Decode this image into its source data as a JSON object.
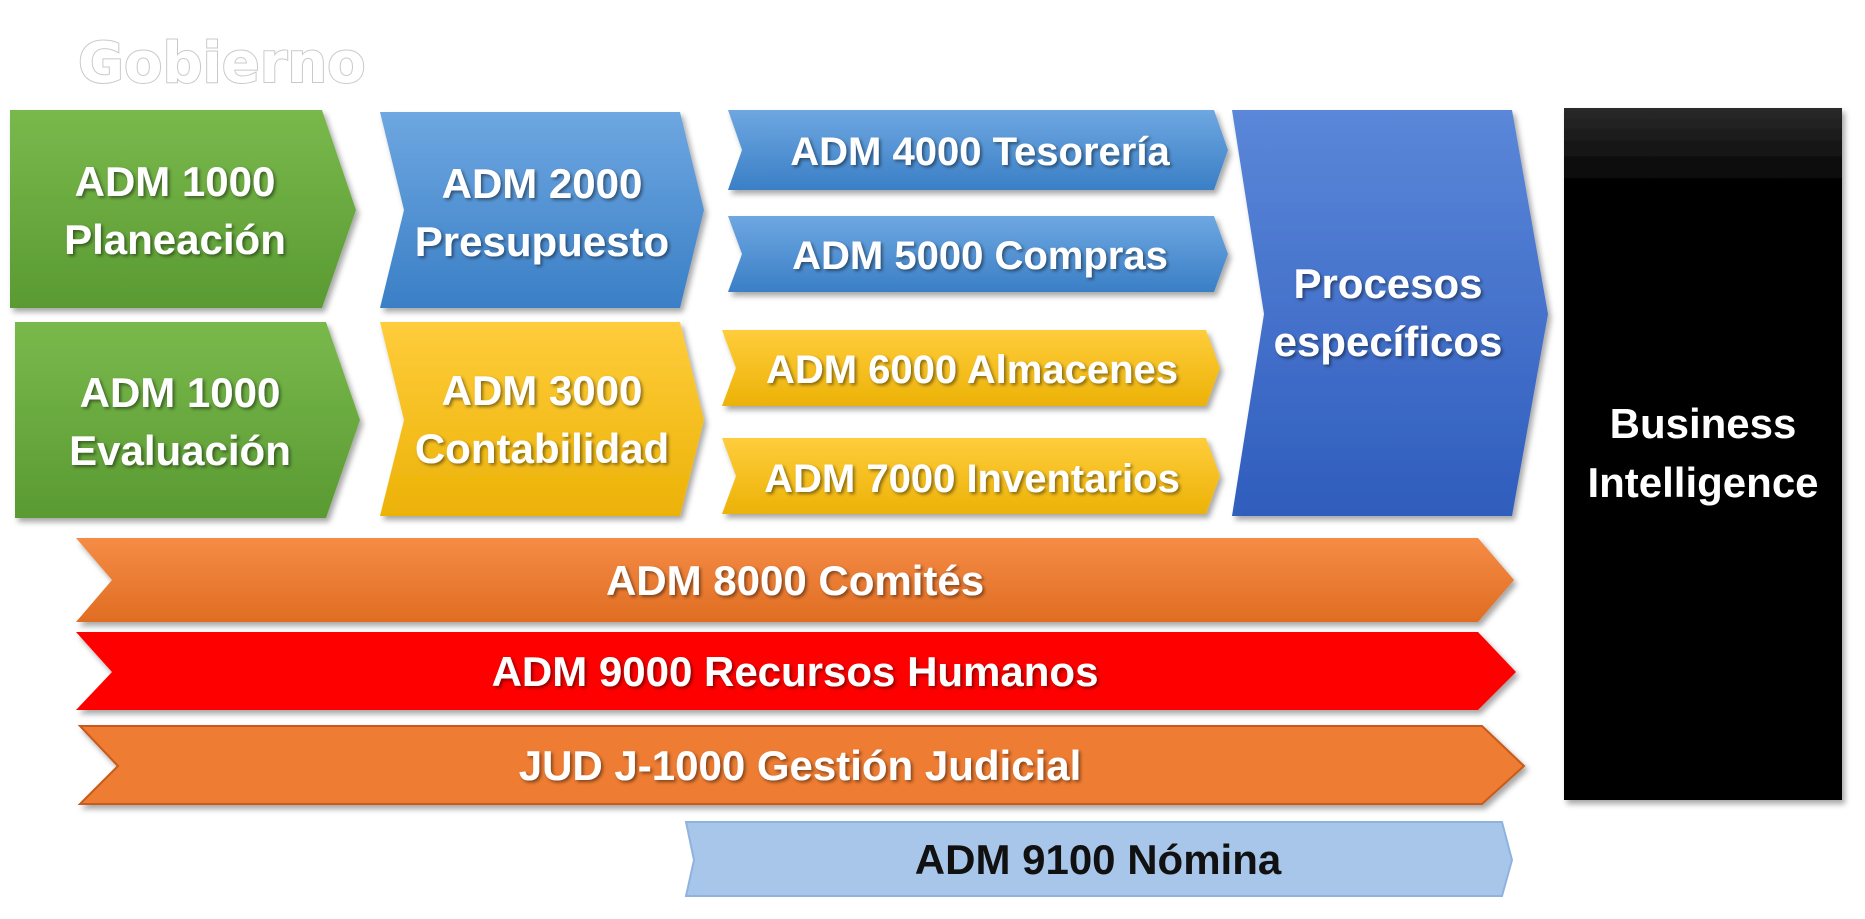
{
  "title": "Gobierno",
  "blocks": {
    "planeacion": [
      "ADM 1000",
      "Planeación"
    ],
    "evaluacion": [
      "ADM 1000",
      "Evaluación"
    ],
    "presupuesto": [
      "ADM 2000",
      "Presupuesto"
    ],
    "contabilidad": [
      "ADM 3000",
      "Contabilidad"
    ],
    "tesoreria": "ADM 4000  Tesorería",
    "compras": "ADM 5000 Compras",
    "almacenes": "ADM 6000  Almacenes",
    "inventarios": "ADM 7000 Inventarios",
    "procesos": [
      "Procesos",
      "específicos"
    ],
    "bi": [
      "Business",
      "Intelligence"
    ],
    "comites": "ADM 8000 Comités",
    "rh": "ADM 9000 Recursos Humanos",
    "judicial": "JUD J-1000 Gestión Judicial",
    "nomina": "ADM 9100  Nómina"
  },
  "colors": {
    "green": "#6aab3f",
    "blue": "#4a90d2",
    "yellow": "#f6be1a",
    "royal_blue": "#3f6ccd",
    "orange": "#ee7b30",
    "red": "#ff0000",
    "light_blue": "#a7c6ea",
    "black": "#000000"
  }
}
